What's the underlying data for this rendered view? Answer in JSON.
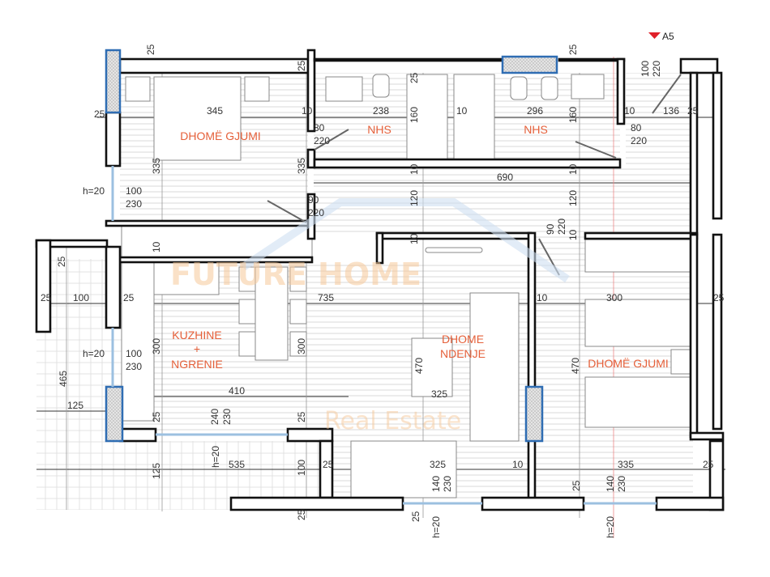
{
  "marker": {
    "label": "A5",
    "color": "#e0202a"
  },
  "watermark": {
    "title": "FUTURE HOME",
    "subtitle": "Real Estate"
  },
  "rooms": [
    {
      "label": "DHOMË GJUMI"
    },
    {
      "label": "NHS"
    },
    {
      "label": "NHS"
    },
    {
      "label": "KUZHINE"
    },
    {
      "label": "+"
    },
    {
      "label": "NGRENIE"
    },
    {
      "label": "DHOME"
    },
    {
      "label": "NDENJE"
    },
    {
      "label": "DHOMË GJUMI"
    }
  ],
  "dimensions": [
    "25",
    "25",
    "25",
    "345",
    "10",
    "80",
    "220",
    "335",
    "335",
    "h=20",
    "100",
    "230",
    "90",
    "220",
    "238",
    "25",
    "160",
    "10",
    "296",
    "160",
    "25",
    "10",
    "136",
    "25",
    "80",
    "220",
    "100",
    "220",
    "10",
    "690",
    "10",
    "120",
    "120",
    "90",
    "220",
    "10",
    "10",
    "10",
    "25",
    "25",
    "100",
    "25",
    "735",
    "10",
    "300",
    "25",
    "h=20",
    "100",
    "230",
    "300",
    "300",
    "465",
    "410",
    "125",
    "470",
    "325",
    "470",
    "25",
    "240",
    "230",
    "25",
    "h=20",
    "535",
    "100",
    "25",
    "325",
    "10",
    "335",
    "25",
    "125",
    "140",
    "230",
    "140",
    "230",
    "25",
    "25",
    "25",
    "h=20",
    "h=20"
  ],
  "colors": {
    "room_label": "#e5603a",
    "column_outline": "#2f6db3",
    "wall": "#111111"
  }
}
